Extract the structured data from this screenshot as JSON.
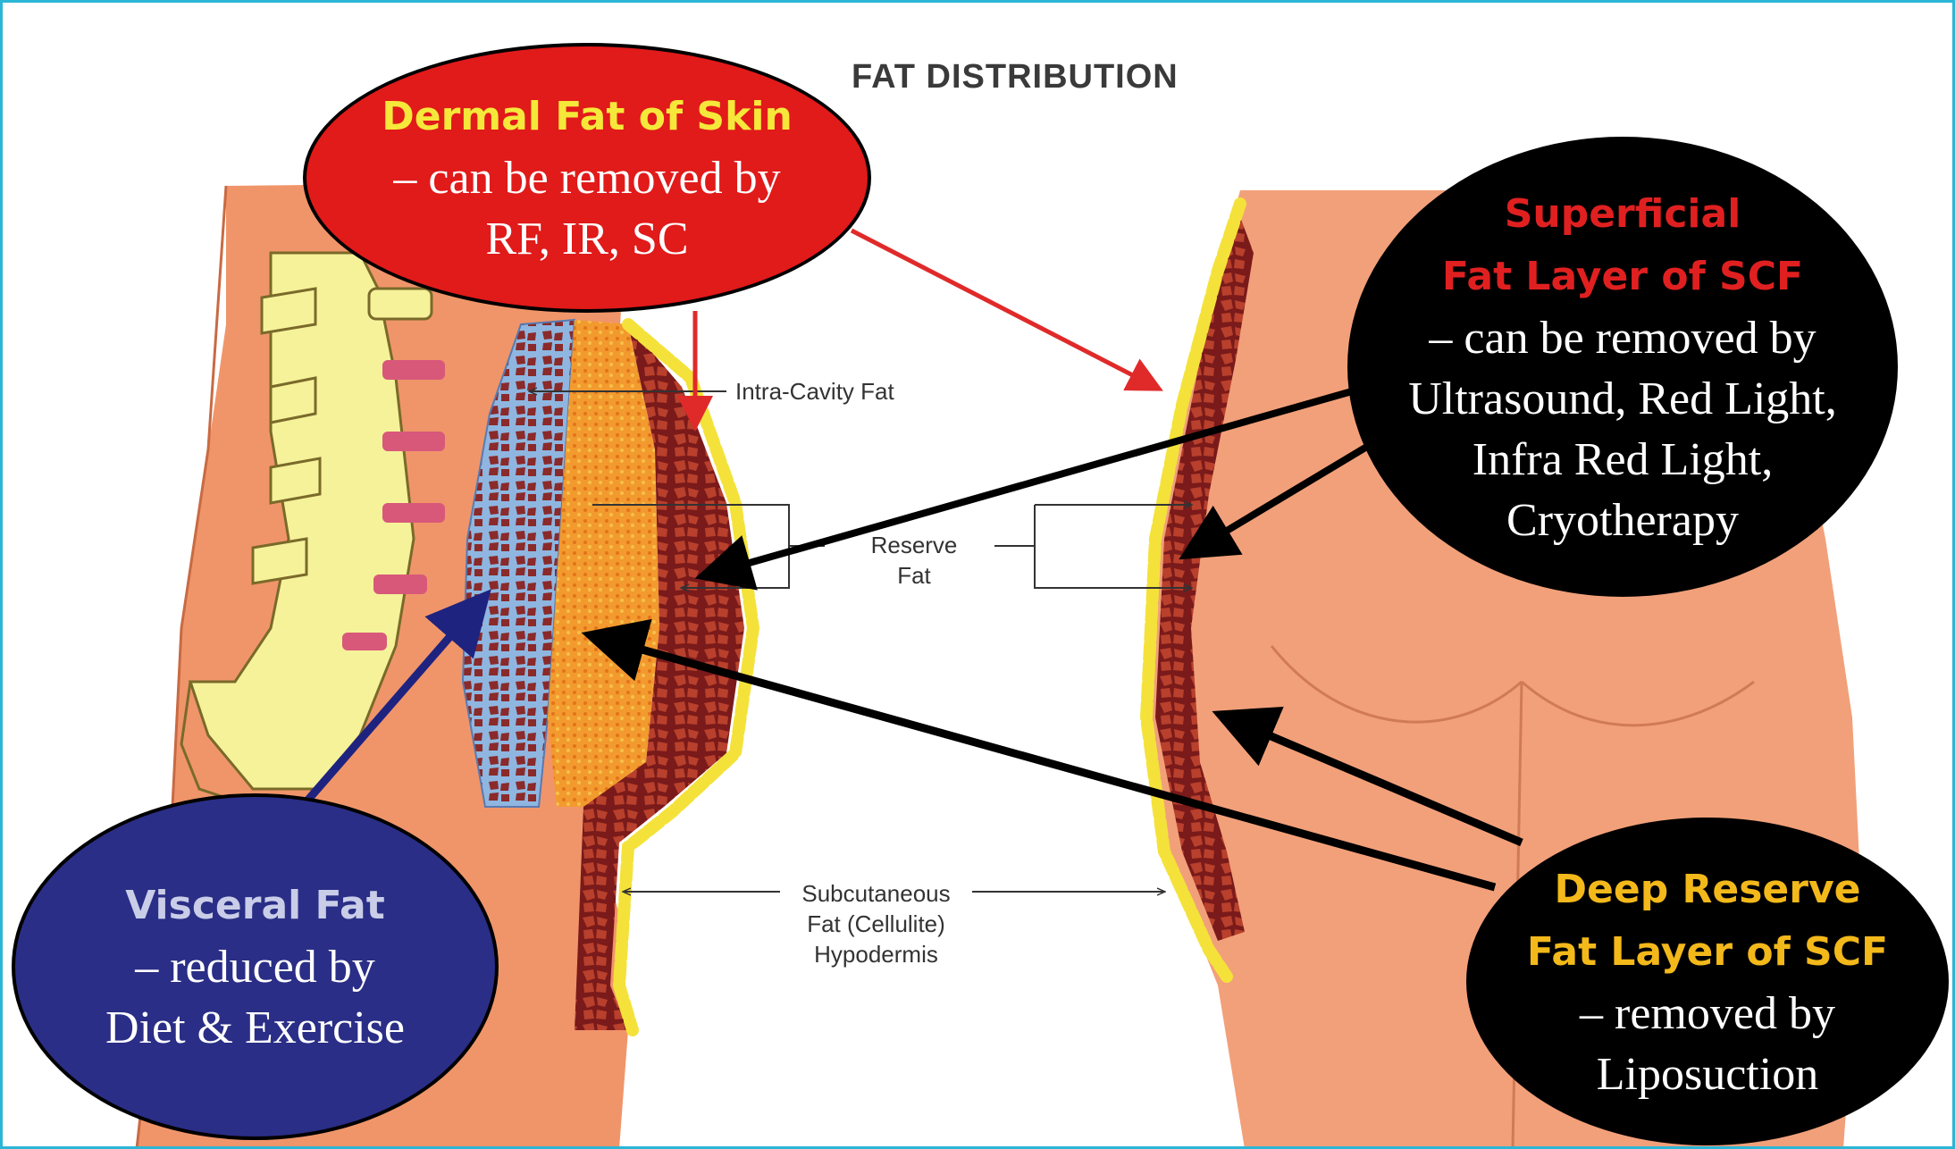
{
  "title": "FAT DISTRIBUTION",
  "labels": {
    "intra_cavity": "Intra-Cavity Fat",
    "reserve_line1": "Reserve",
    "reserve_line2": "Fat",
    "subcut_line1": "Subcutaneous",
    "subcut_line2": "Fat (Cellulite)",
    "subcut_line3": "Hypodermis"
  },
  "bubbles": {
    "dermal": {
      "heading": "Dermal Fat of Skin",
      "line1": "– can be removed by",
      "line2": "RF, IR, SC",
      "fill": "#e11a1a",
      "heading_color": "#f5e83a"
    },
    "superficial": {
      "heading1": "Superficial",
      "heading2": "Fat Layer of SCF",
      "line1": "– can be removed by",
      "line2": "Ultrasound, Red Light,",
      "line3": "Infra Red Light,",
      "line4": "Cryotherapy",
      "fill": "#000000",
      "heading_color": "#e02020"
    },
    "visceral": {
      "heading": "Visceral Fat",
      "line1": "– reduced by",
      "line2": "Diet & Exercise",
      "fill": "#2a2e86",
      "heading_color": "#c9cde8"
    },
    "deep": {
      "heading1": "Deep Reserve",
      "heading2": "Fat Layer of SCF",
      "line1": "– removed by",
      "line2": "Liposuction",
      "fill": "#000000",
      "heading_color": "#f3b81a"
    }
  }
}
